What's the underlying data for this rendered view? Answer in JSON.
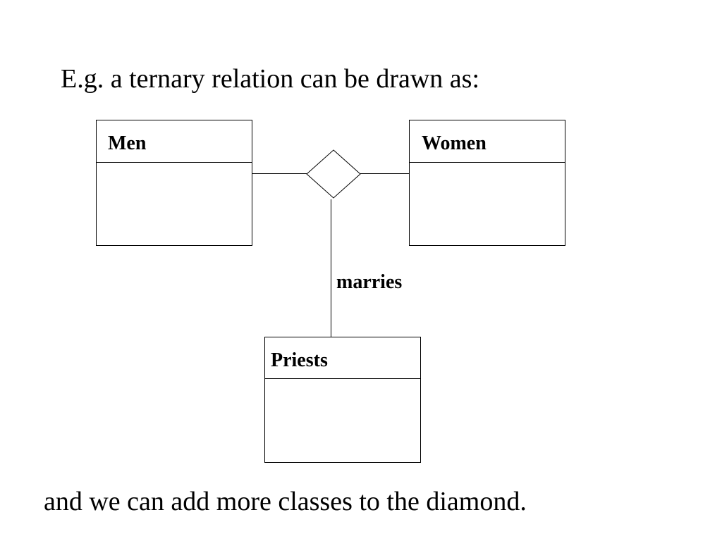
{
  "slide": {
    "intro": "E.g. a ternary relation can be drawn as:",
    "outro": "and we can add more classes to the diamond."
  },
  "diagram": {
    "classes": {
      "men": {
        "name": "Men"
      },
      "women": {
        "name": "Women"
      },
      "priests": {
        "name": "Priests"
      }
    },
    "association": {
      "label": "marries"
    }
  },
  "colors": {
    "ink": "#000000",
    "background": "#ffffff"
  }
}
